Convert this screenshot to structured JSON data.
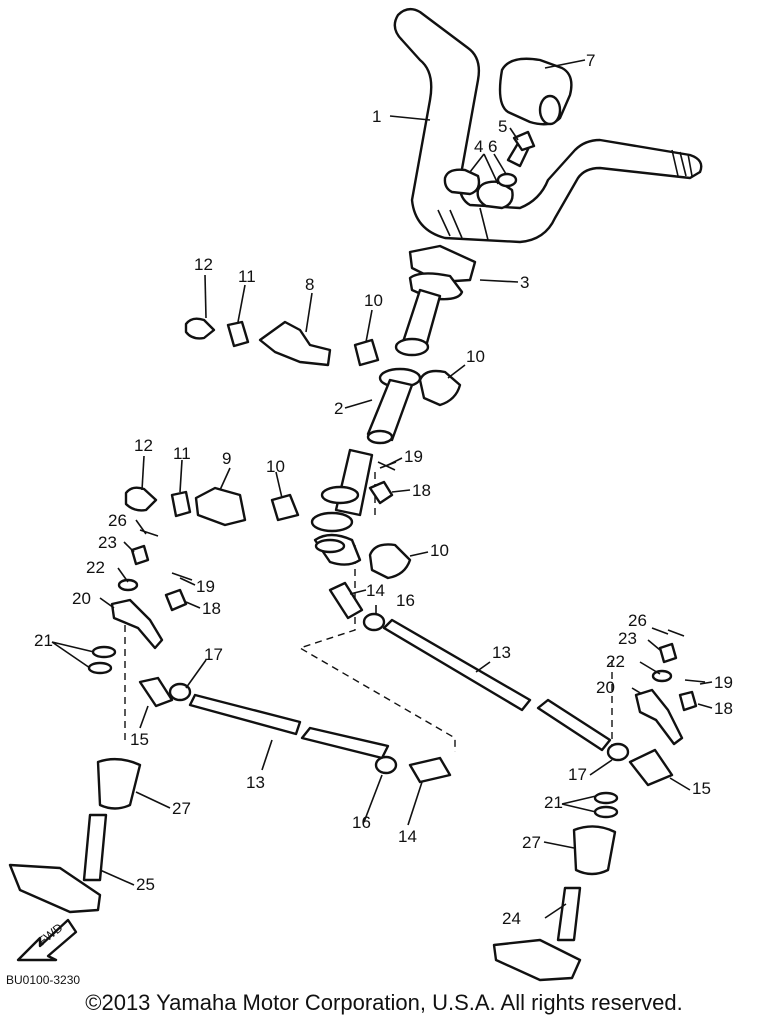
{
  "callouts": {
    "c1": "1",
    "c2": "2",
    "c3": "3",
    "c4": "4",
    "c5": "5",
    "c6": "6",
    "c7": "7",
    "c8": "8",
    "c9": "9",
    "c10a": "10",
    "c10b": "10",
    "c10c": "10",
    "c10d": "10",
    "c11a": "11",
    "c11b": "11",
    "c12a": "12",
    "c12b": "12",
    "c13a": "13",
    "c13b": "13",
    "c14a": "14",
    "c14b": "14",
    "c15a": "15",
    "c15b": "15",
    "c16a": "16",
    "c16b": "16",
    "c17a": "17",
    "c17b": "17",
    "c18a": "18",
    "c18b": "18",
    "c18c": "18",
    "c19a": "19",
    "c19b": "19",
    "c19c": "19",
    "c20a": "20",
    "c20b": "20",
    "c21a": "21",
    "c21b": "21",
    "c22a": "22",
    "c22b": "22",
    "c23a": "23",
    "c23b": "23",
    "c24": "24",
    "c25": "25",
    "c26a": "26",
    "c26b": "26",
    "c27a": "27",
    "c27b": "27"
  },
  "find_arrow_label": "FWD",
  "diagram_code": "BU0100-3230",
  "copyright": "©2013 Yamaha Motor Corporation, U.S.A. All rights reserved."
}
